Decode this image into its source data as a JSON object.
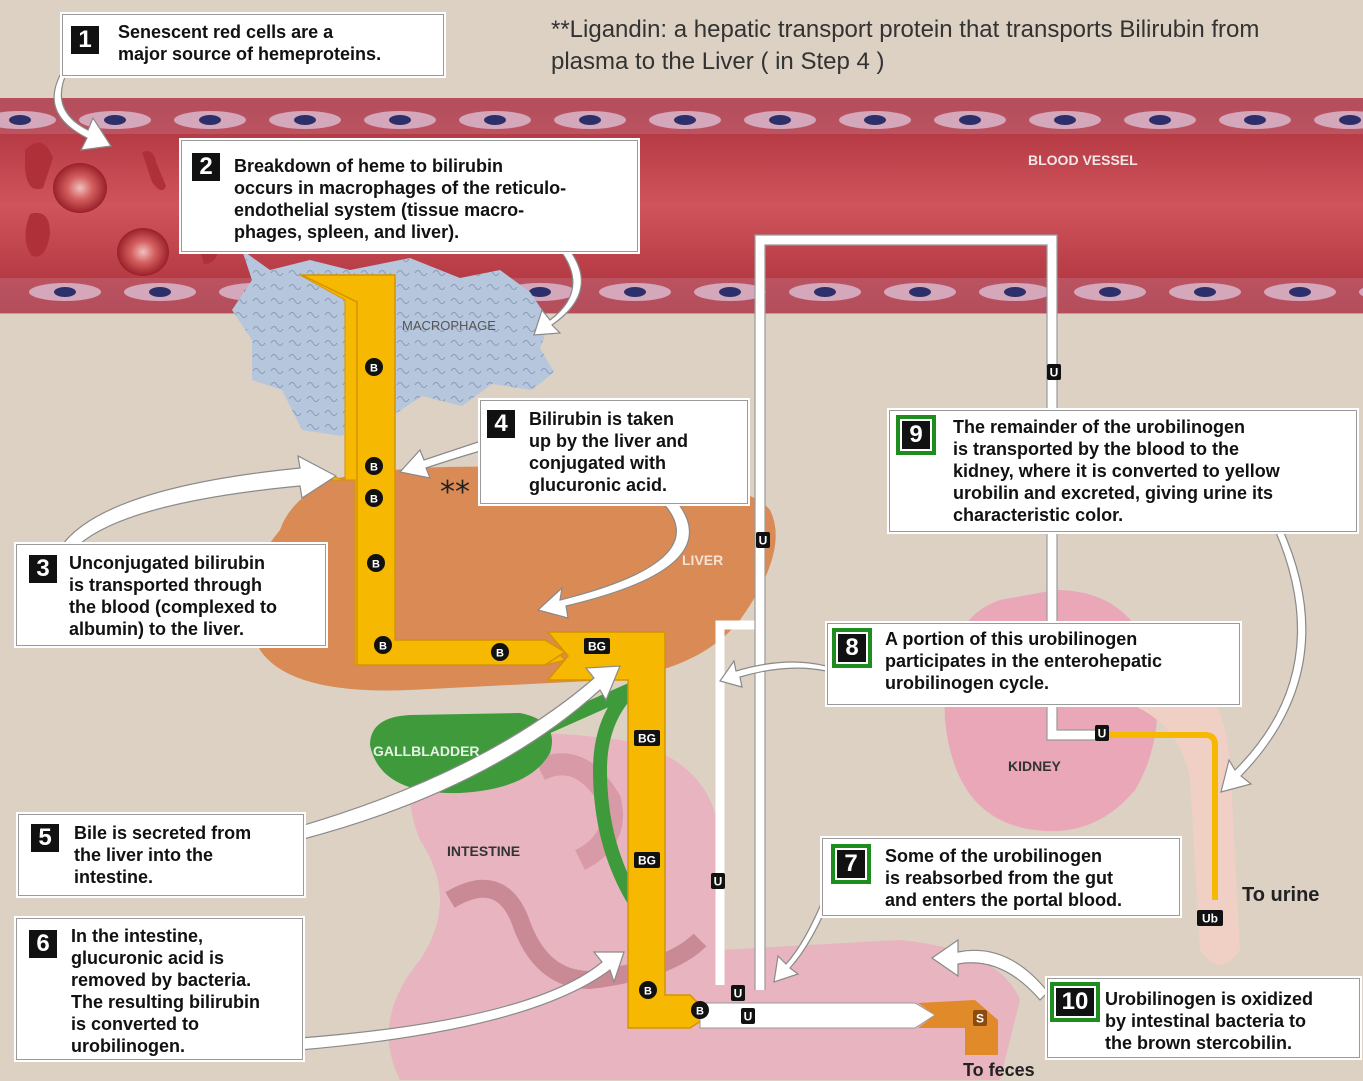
{
  "note": "**Ligandin: a hepatic transport protein that transports Bilirubin from\nplasma to the Liver ( in Step 4 )",
  "annotation_marker": "**",
  "labels": {
    "blood_vessel": "BLOOD VESSEL",
    "macrophage": "MACROPHAGE",
    "liver": "LIVER",
    "gallbladder": "GALLBLADDER",
    "intestine": "INTESTINE",
    "kidney": "KIDNEY",
    "to_urine": "To urine",
    "to_feces": "To feces"
  },
  "steps": [
    {
      "n": "1",
      "text": "Senescent red cells are a\nmajor source of hemeproteins."
    },
    {
      "n": "2",
      "text": "Breakdown of heme to bilirubin\noccurs in macrophages of the reticulo-\nendothelial system (tissue macro-\nphages, spleen, and liver)."
    },
    {
      "n": "3",
      "text": "Unconjugated bilirubin\nis transported through\nthe blood (complexed to\nalbumin) to the liver."
    },
    {
      "n": "4",
      "text": "Bilirubin is taken\nup by the liver and\nconjugated with\nglucuronic acid."
    },
    {
      "n": "5",
      "text": "Bile is secreted from\nthe liver into the\nintestine."
    },
    {
      "n": "6",
      "text": "In the intestine,\nglucuronic acid is\nremoved by bacteria.\nThe resulting bilirubin\nis converted to\nurobilinogen."
    },
    {
      "n": "7",
      "text": "Some of the urobilinogen\nis reabsorbed from the gut\nand enters the portal blood."
    },
    {
      "n": "8",
      "text": "A portion of this urobilinogen\nparticipates in the enterohepatic\nurobilinogen cycle."
    },
    {
      "n": "9",
      "text": "The remainder of the urobilinogen\nis transported by the blood to the\nkidney, where it is converted to yellow\nurobilin and excreted, giving urine its\ncharacteristic color."
    },
    {
      "n": "10",
      "text": "Urobilinogen is oxidized\nby intestinal bacteria to\nthe brown stercobilin."
    }
  ],
  "tags": {
    "b": "B",
    "bg": "BG",
    "u": "U",
    "ub": "Ub",
    "s": "S"
  },
  "colors": {
    "background": "#dcd1c2",
    "blood_vessel": "#c8434b",
    "pathway": "#f6b800",
    "liver": "#d98a55",
    "gallbladder": "#3f9a3c",
    "kidney": "#e9a7b8",
    "highlight_box": "#1f8c1f"
  }
}
